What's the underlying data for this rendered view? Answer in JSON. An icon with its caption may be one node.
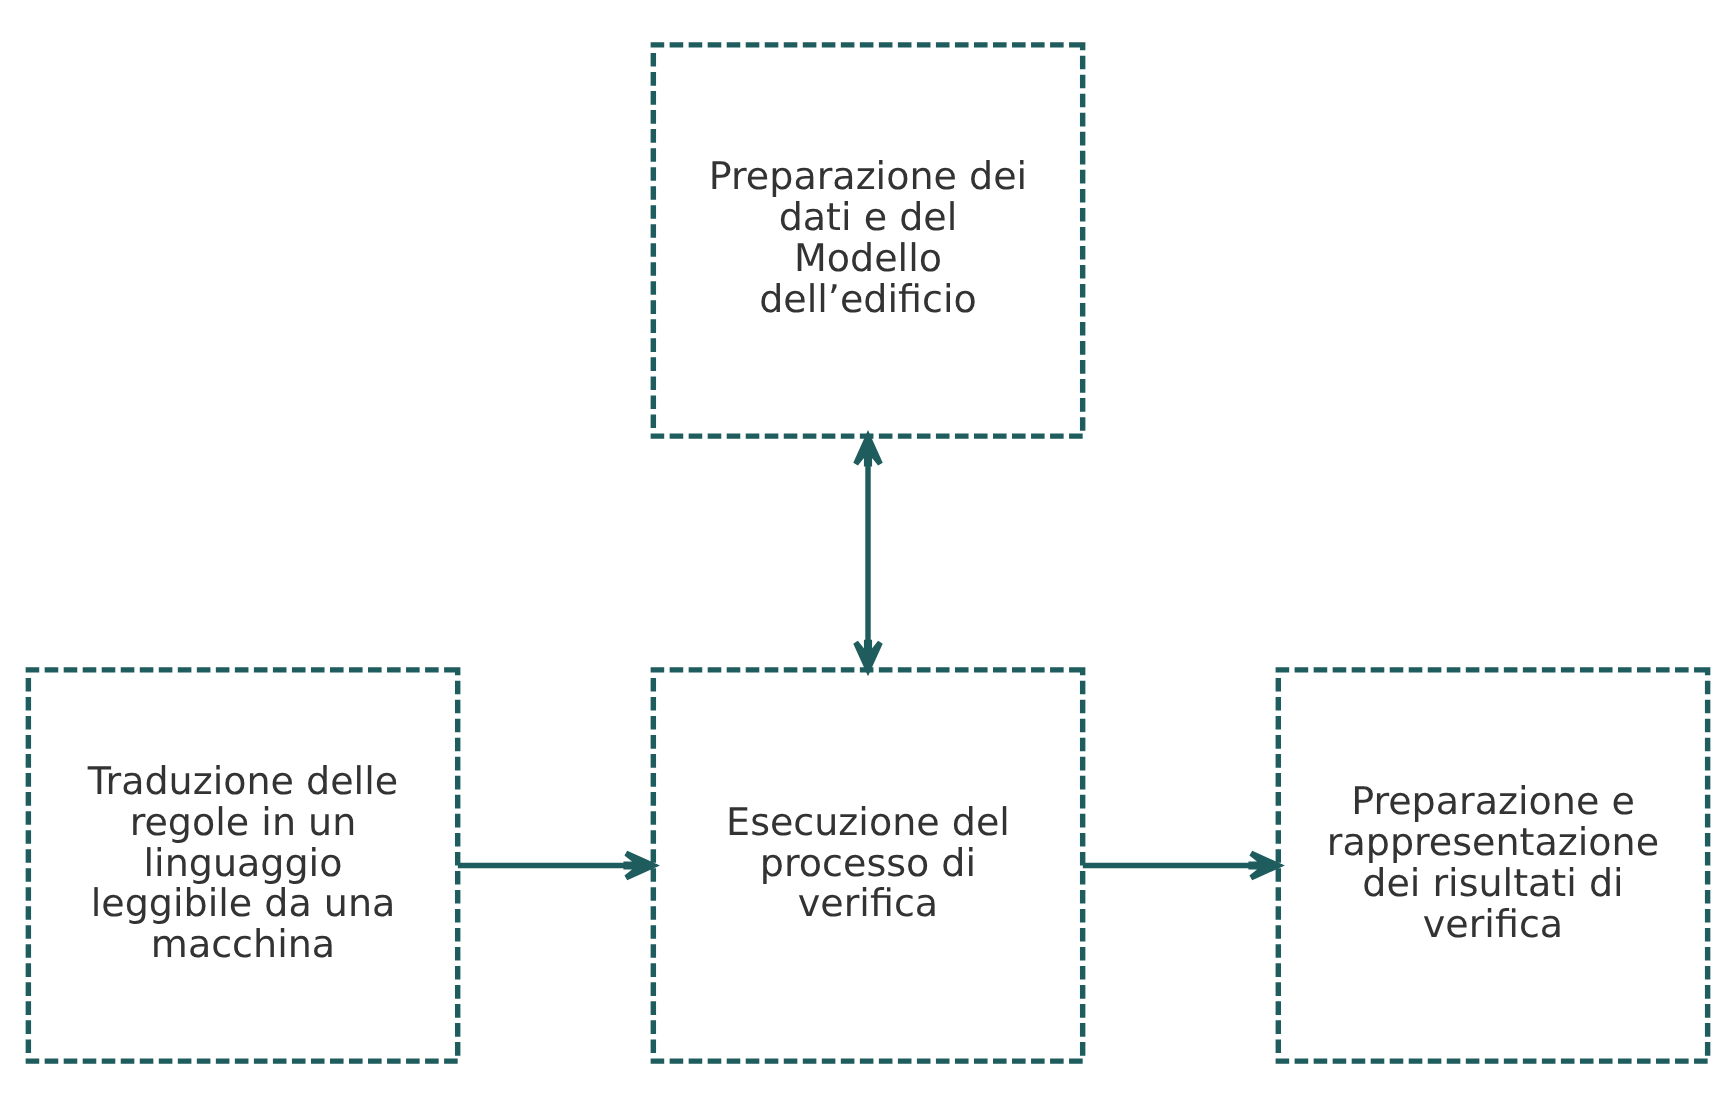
{
  "diagram": {
    "nodes": [
      {
        "text": [
          "Preparazione dei dati e del Modello dell’edificio"
        ]
      },
      {
        "text": [
          "Traduzione delle regole in un linguaggio leggibile da una macchina"
        ]
      },
      {
        "text": [
          "Esecuzione del processo di verifica"
        ]
      },
      {
        "text": [
          "Preparazione e rappresentazione dei risultati di verifica"
        ]
      }
    ],
    "edges": [
      {
        "from": 0,
        "to": 2,
        "arrow": "both"
      },
      {
        "from": 1,
        "to": 2,
        "arrow": "to"
      },
      {
        "from": 2,
        "to": 3,
        "arrow": "to"
      }
    ]
  }
}
